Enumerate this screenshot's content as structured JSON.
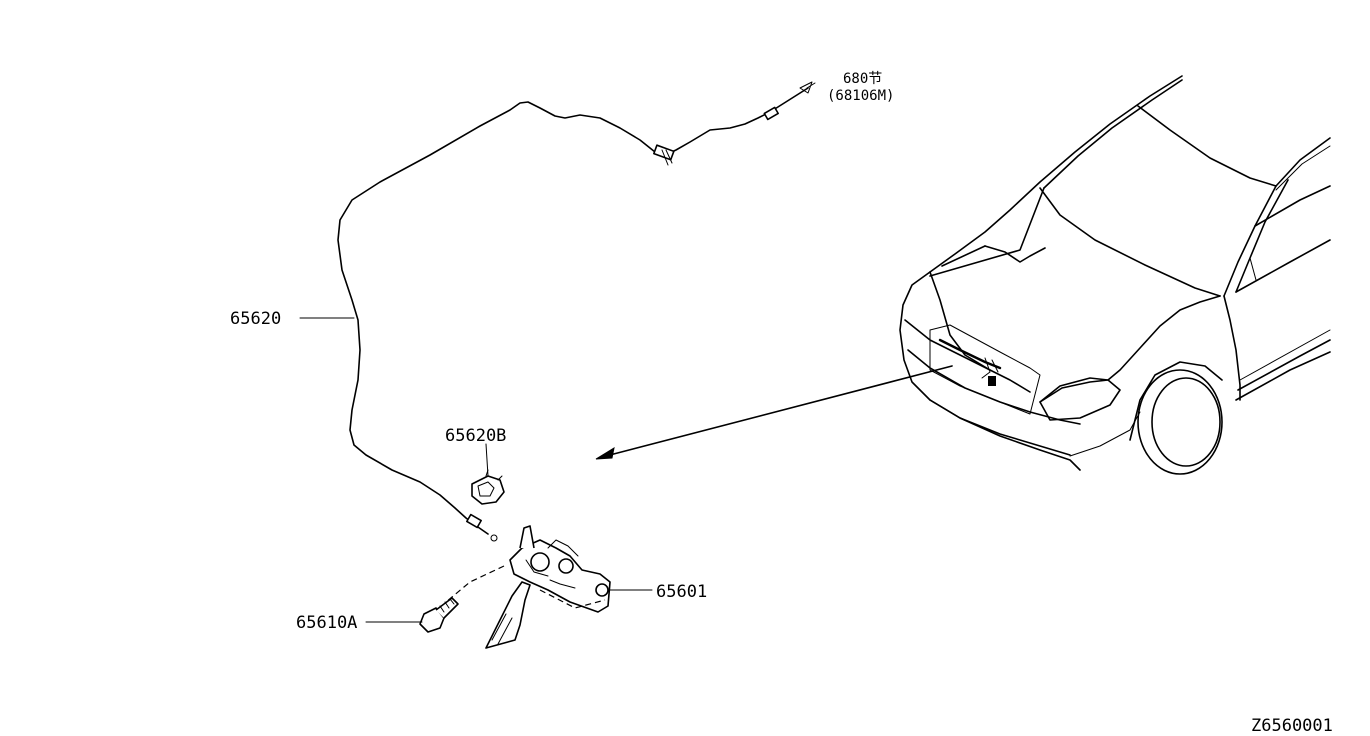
{
  "labels": {
    "cable_part": "65620",
    "clip_part": "65620B",
    "lock_part": "65601",
    "bolt_part": "65610A",
    "ref_section": "680节",
    "ref_sub": "(68106M)",
    "diagram_code": "Z6560001"
  }
}
